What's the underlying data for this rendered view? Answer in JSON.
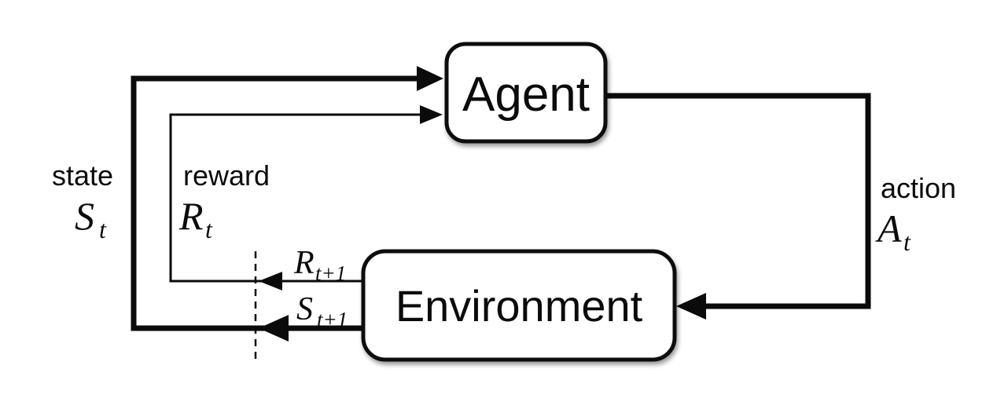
{
  "diagram": {
    "type": "flow-loop",
    "topic": "reinforcement learning agent-environment interaction",
    "colors": {
      "stroke": "#0b0b0b",
      "background": "#ffffff",
      "node_fill": "#ffffff"
    },
    "nodes": {
      "agent": {
        "label": "Agent"
      },
      "environment": {
        "label": "Environment"
      }
    },
    "edges": {
      "state": {
        "word": "state",
        "symbol": "S",
        "subscript": "t"
      },
      "reward": {
        "word": "reward",
        "symbol": "R",
        "subscript": "t"
      },
      "action": {
        "word": "action",
        "symbol": "A",
        "subscript": "t"
      },
      "next_reward": {
        "symbol": "R",
        "subscript": "t+1"
      },
      "next_state": {
        "symbol": "S",
        "subscript": "t+1"
      }
    }
  }
}
